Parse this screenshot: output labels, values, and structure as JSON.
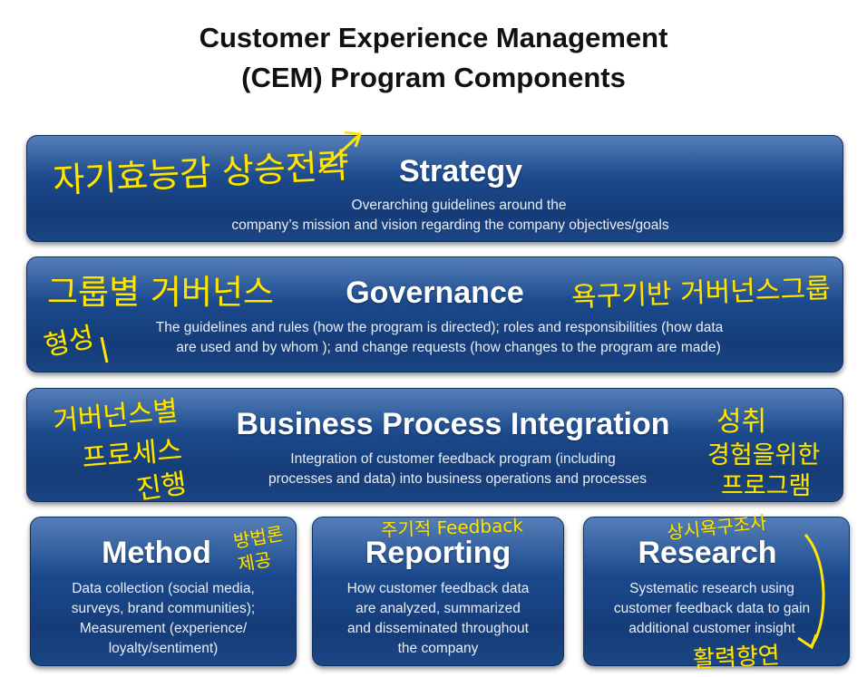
{
  "title_lines": [
    "Customer Experience Management",
    "(CEM) Program Components"
  ],
  "panels": {
    "strategy": {
      "heading": "Strategy",
      "desc": [
        "Overarching guidelines around the",
        "company’s mission and vision regarding the company objectives/goals"
      ]
    },
    "governance": {
      "heading": "Governance",
      "desc": [
        "The guidelines and rules (how the program is directed); roles and responsibilities (how data",
        "are used and by whom ); and change requests (how changes to the program are made)"
      ]
    },
    "bpi": {
      "heading": "Business Process Integration",
      "desc": [
        "Integration of customer feedback program (including",
        "processes and data) into business operations and processes"
      ]
    },
    "method": {
      "heading": "Method",
      "desc": [
        "Data collection (social media,",
        "surveys, brand communities);",
        "Measurement (experience/",
        "loyalty/sentiment)"
      ]
    },
    "reporting": {
      "heading": "Reporting",
      "desc": [
        "How customer feedback data",
        "are analyzed, summarized",
        "and disseminated throughout",
        "the company"
      ]
    },
    "research": {
      "heading": "Research",
      "desc": [
        "Systematic research using",
        "customer feedback data to gain",
        "additional customer insight"
      ]
    }
  },
  "handwriting": {
    "strategy_left": "자기효능감 상승전략",
    "governance_left": "그룹별 거버넌스",
    "governance_left2": "형성",
    "governance_right_1": "욕구기반 거버넌스그룹",
    "bpi_left_1": "거버넌스별",
    "bpi_left_2": "프로세스",
    "bpi_left_3": "진행",
    "bpi_right_1": "성취",
    "bpi_right_2": "경험을위한",
    "bpi_right_3": "프로그램",
    "method_1": "방법론",
    "method_2": "제공",
    "reporting": "주기적 Feedback",
    "research_top": "상시욕구조사",
    "research_bottom": "활력향연"
  },
  "colors": {
    "panel_blue": "#1c4b8f",
    "ink_yellow": "#ffe600"
  }
}
